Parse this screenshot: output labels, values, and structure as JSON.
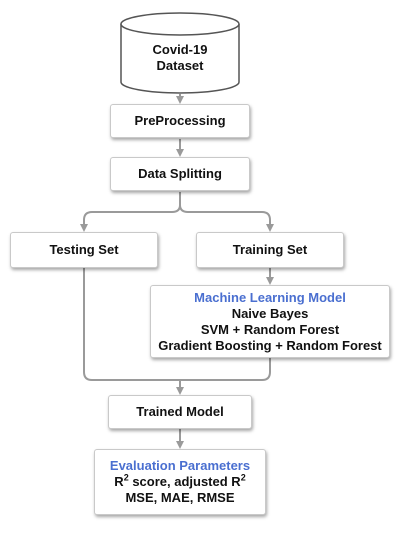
{
  "nodes": {
    "dataset": {
      "line1": "Covid-19",
      "line2": "Dataset"
    },
    "preprocessing": "PreProcessing",
    "splitting": "Data Splitting",
    "testing": "Testing Set",
    "training": "Training Set",
    "ml_model": {
      "title": "Machine Learning Model",
      "items": [
        "Naive Bayes",
        "SVM + Random Forest",
        "Gradient Boosting + Random Forest"
      ]
    },
    "trained": "Trained Model",
    "evaluation": {
      "title": "Evaluation Parameters",
      "line1_a": "R",
      "line1_sup1": "2",
      "line1_b": " score, adjusted R",
      "line1_sup2": "2",
      "line2": "MSE, MAE, RMSE"
    }
  },
  "colors": {
    "accent": "#4a6fd0",
    "arrow": "#9a9a9a",
    "border": "#c9c9c9"
  }
}
